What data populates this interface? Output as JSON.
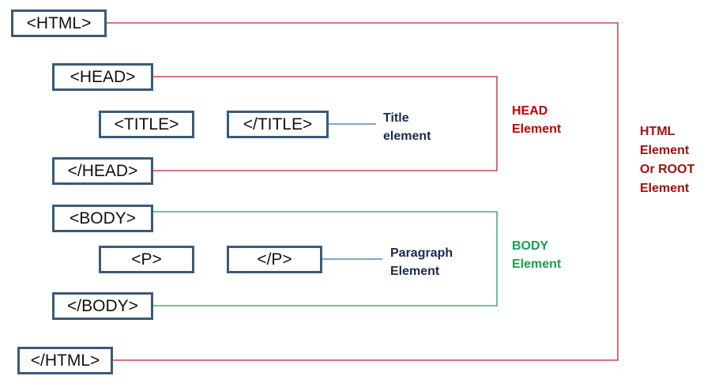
{
  "tags": {
    "html_open": "<HTML>",
    "head_open": "<HEAD>",
    "title_open": "<TITLE>",
    "title_close": "</TITLE>",
    "head_close": "</HEAD>",
    "body_open": "<BODY>",
    "p_open": "<P>",
    "p_close": "</P>",
    "body_close": "</BODY>",
    "html_close": "</HTML>"
  },
  "labels": {
    "title_element": [
      "Title",
      "element"
    ],
    "paragraph_element": [
      "Paragraph",
      "Element"
    ],
    "head_element": [
      "HEAD",
      "Element"
    ],
    "body_element": [
      "BODY",
      "Element"
    ],
    "html_element": [
      "HTML",
      "Element",
      "Or ROOT",
      "Element"
    ]
  },
  "colors": {
    "box_border": "#3b5a78",
    "html_bracket": "#c02020",
    "head_bracket": "#c02020",
    "body_bracket": "#1aa050",
    "leader_line": "#3b6fa0",
    "head_label": "#c00000",
    "body_label": "#1aa050",
    "html_label": "#a01010",
    "side_label": "#1a2a50"
  }
}
